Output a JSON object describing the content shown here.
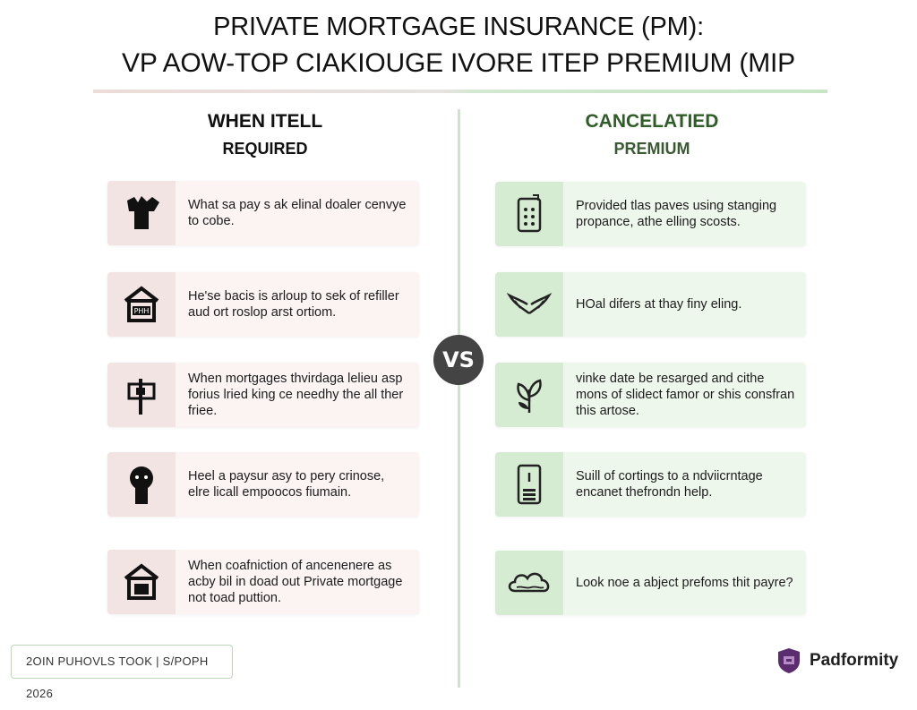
{
  "title": {
    "line1": "PRIVATE MORTGAGE INSURANCE (PM):",
    "line2": "VP AOW-TOP CIAKIOUGE IVORE ITEP PREMIUM (MIP"
  },
  "left": {
    "heading1": "WHEN ITELL",
    "heading2": "REQUIRED",
    "items": [
      {
        "icon": "hand-icon",
        "text": "What sa pay s ak elinal doaler cenvye to cobe."
      },
      {
        "icon": "house-sign-icon",
        "text": "He'se bacis is arloup to sek of refiller aud ort roslop arst ortiom."
      },
      {
        "icon": "signpost-icon",
        "text": "When mortgages thvirdaga lelieu asp forius lried king ce needhy the all ther friee."
      },
      {
        "icon": "person-icon",
        "text": "Heel a paysur asy to pery crinose, elre licall empoocos fiumain."
      },
      {
        "icon": "house-icon",
        "text": "When coafniction of ancenenere as acby bil in doad out Private mortgage not toad puttion."
      }
    ]
  },
  "vs": "VS",
  "right": {
    "heading1": "CANCELATIED",
    "heading2": "PREMIUM",
    "items": [
      {
        "icon": "calculator-icon",
        "text": "Provided tlas paves using stanging propance, athe elling scosts."
      },
      {
        "icon": "wings-icon",
        "text": "HOal difers at thay finy eling."
      },
      {
        "icon": "plant-icon",
        "text": "vinke date be resarged and cithe mons of slidect famor or shis consfran this artose."
      },
      {
        "icon": "phone-icon",
        "text": "Suill of cortings to a ndviicrntage encanet thefrondn help."
      },
      {
        "icon": "cloud-icon",
        "text": "Look noe a abject prefoms thit payre?"
      }
    ]
  },
  "footer": {
    "note": "2OIN PUHOVLS TOOK | S/POPH 2026",
    "brand": "Padformity"
  },
  "colors": {
    "left_card": "#fbf4f3",
    "right_card": "#eef7ec",
    "right_heading": "#2f5d27",
    "brand_mark": "#5b2d6e"
  }
}
